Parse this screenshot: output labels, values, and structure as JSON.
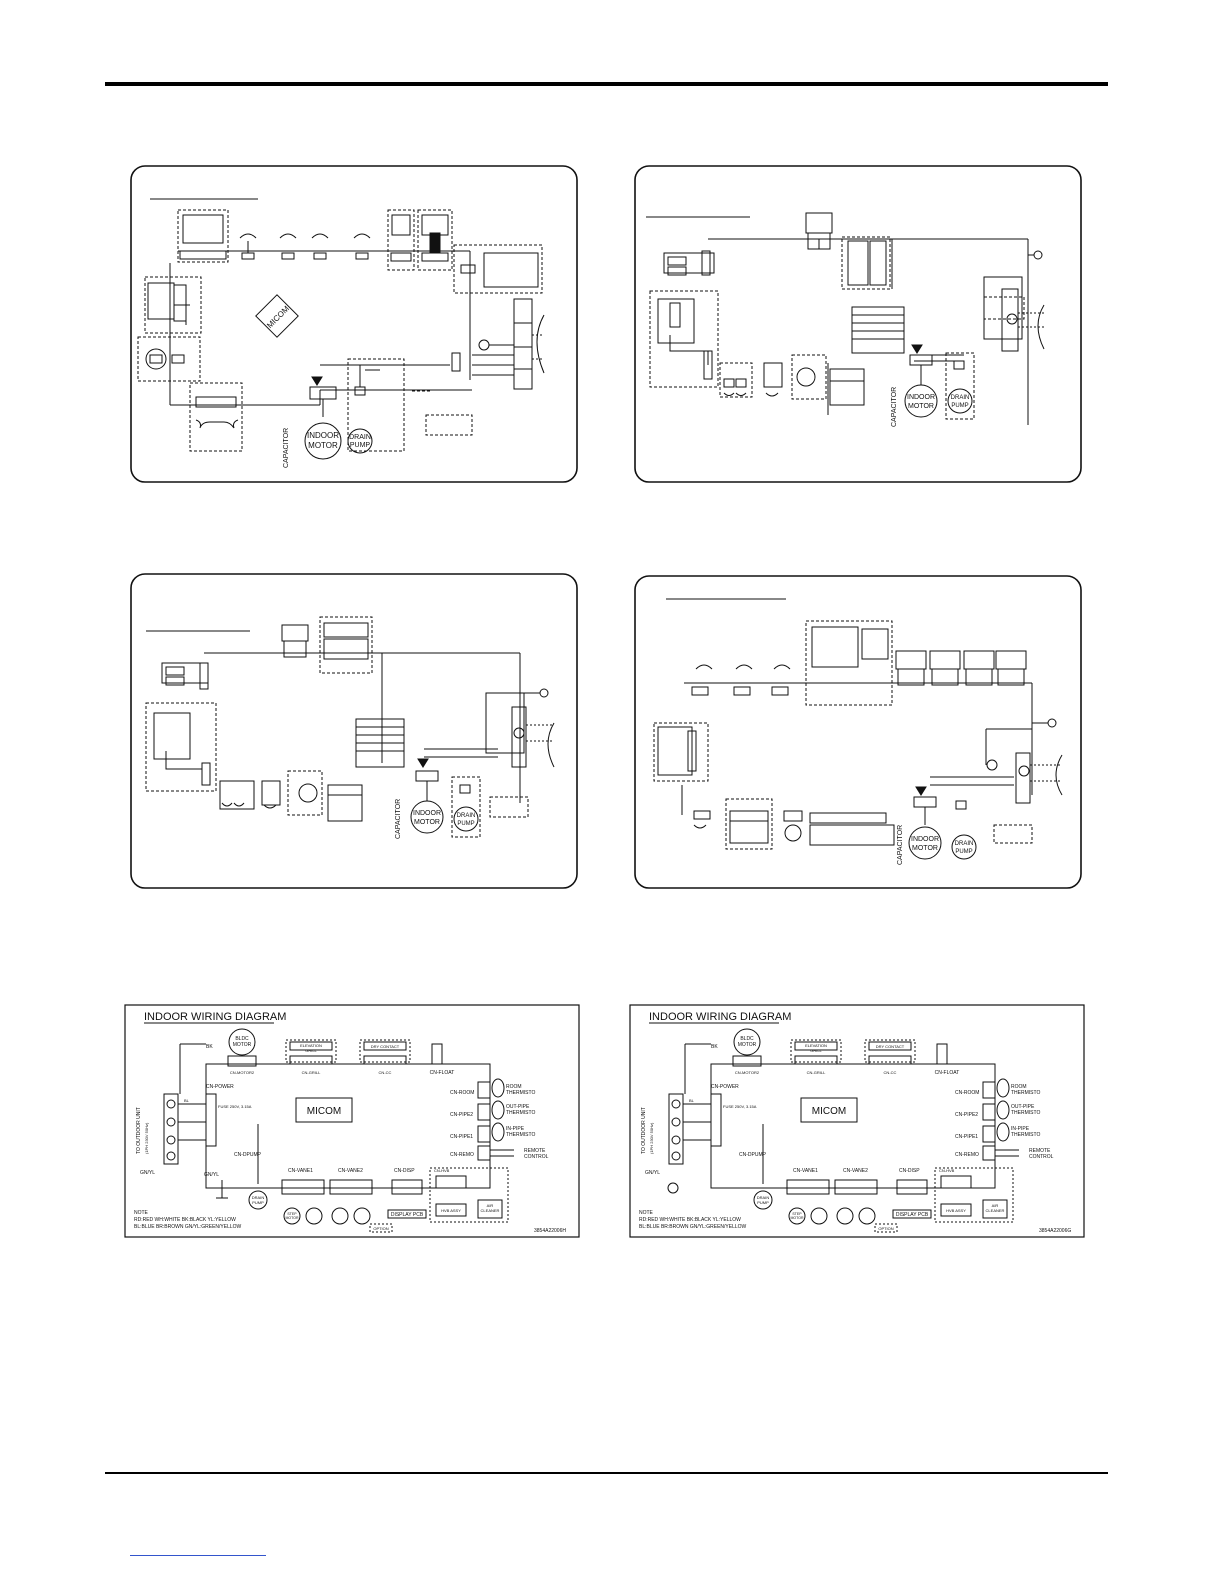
{
  "labels": {
    "micom": "MICOM",
    "indoor_motor": [
      "INDOOR",
      "MOTOR"
    ],
    "drain_pump": [
      "DRAIN",
      "PUMP"
    ],
    "capacitor": "CAPACITOR"
  },
  "indoor_diagrams": [
    {
      "title": "INDOOR WIRING DIAGRAM",
      "model_code": "3854A22006H",
      "micom": "MICOM",
      "fuse": "FUSE 250V, 3.15A",
      "blde_motor": [
        "BLDC",
        "MOTOR"
      ],
      "blde_connector": "CN-MOTOR2",
      "elevation_grill": [
        "ELEVATION",
        "GRILL"
      ],
      "dry_contact": "DRY CONTACT",
      "cn_grill": "CN-GRILL",
      "cn_cc": "CN-CC",
      "cn_float": "CN-FLOAT",
      "cn_power": "CN-POWER",
      "cn_room": "CN-ROOM",
      "room_thermisto": [
        "ROOM",
        "THERMISTO"
      ],
      "cn_pipe2": "CN-PIPE2",
      "outpipe_thermisto": [
        "OUT-PIPE",
        "THERMISTO"
      ],
      "cn_pipe1": "CN-PIPE1",
      "inpipe_thermisto": [
        "IN-PIPE",
        "THERMISTO"
      ],
      "cn_remo": "CN-REMO",
      "remote_control": [
        "REMOTE",
        "CONTROL"
      ],
      "cn_dpump": "CN-DPUMP",
      "cn_vane1": "CN-VANE1",
      "cn_vane2": "CN-VANE2",
      "cn_disp": "CN-DISP",
      "cn_hvb": "CN-HVB",
      "display_pcb": "DISPLAY PCB",
      "option": "OPTION",
      "hvb_assy": "HVB ASSY",
      "air_cleaner": [
        "AIR",
        "CLEANER"
      ],
      "drain_pump": [
        "DRAIN",
        "PUMP"
      ],
      "step_motor": [
        "STEP",
        "MOTOR"
      ],
      "gnyl": "GN/YL",
      "wire_bk": "BK",
      "wire_bl": "BL",
      "to_outdoor": [
        "TO OUTDOOR UNIT",
        "(1PH 230V 50Hz)"
      ],
      "note_title": "NOTE",
      "note_line1": "RD:RED   WH:WHITE   BK:BLACK   YL:YELLOW",
      "note_line2": "BL:BLUE   BR:BROWN   GN/YL:GREEN/YELLOW"
    },
    {
      "title": "INDOOR WIRING DIAGRAM",
      "model_code": "3854A22006G",
      "micom": "MICOM",
      "fuse": "FUSE 250V, 3.15A",
      "blde_motor": [
        "BLDC",
        "MOTOR"
      ],
      "blde_connector": "CN-MOTOR2",
      "elevation_grill": [
        "ELEVATION",
        "GRILL"
      ],
      "dry_contact": "DRY CONTACT",
      "cn_grill": "CN-GRILL",
      "cn_cc": "CN-CC",
      "cn_float": "CN-FLOAT",
      "cn_power": "CN-POWER",
      "cn_room": "CN-ROOM",
      "room_thermisto": [
        "ROOM",
        "THERMISTO"
      ],
      "cn_pipe2": "CN-PIPE2",
      "outpipe_thermisto": [
        "OUT-PIPE",
        "THERMISTO"
      ],
      "cn_pipe1": "CN-PIPE1",
      "inpipe_thermisto": [
        "IN-PIPE",
        "THERMISTO"
      ],
      "cn_remo": "CN-REMO",
      "remote_control": [
        "REMOTE",
        "CONTROL"
      ],
      "cn_dpump": "CN-DPUMP",
      "cn_vane1": "CN-VANE1",
      "cn_vane2": "CN-VANE2",
      "cn_disp": "CN-DISP",
      "cn_hvb": "CN-HVB",
      "display_pcb": "DISPLAY PCB",
      "option": "OPTION",
      "hvb_assy": "HVB ASSY",
      "air_cleaner": [
        "AIR",
        "CLEANER"
      ],
      "drain_pump": [
        "DRAIN",
        "PUMP"
      ],
      "step_motor": [
        "STEP",
        "MOTOR"
      ],
      "gnyl": "GN/YL",
      "wire_bk": "BK",
      "wire_bl": "BL",
      "to_outdoor": [
        "TO OUTDOOR UNIT",
        "(1PH 230V 50Hz)"
      ],
      "note_title": "NOTE",
      "note_line1": "RD:RED   WH:WHITE   BK:BLACK   YL:YELLOW",
      "note_line2": "BL:BLUE   BR:BROWN   GN/YL:GREEN/YELLOW"
    }
  ]
}
